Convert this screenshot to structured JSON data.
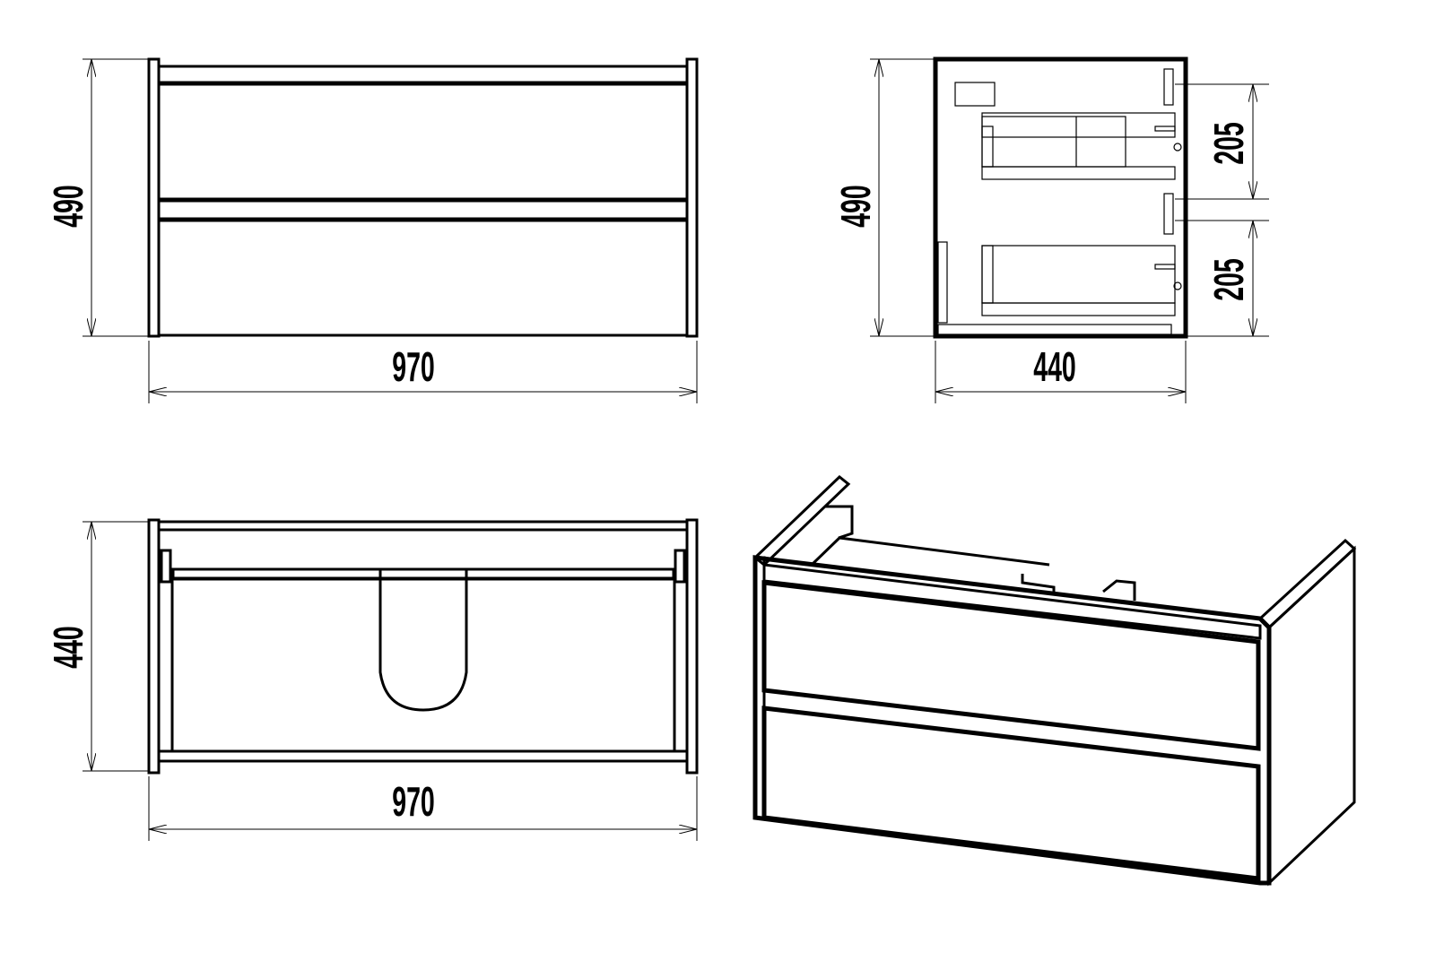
{
  "title": "Vanity cabinet dimension drawing",
  "colors": {
    "line": "#000000",
    "background": "#ffffff"
  },
  "views": {
    "front": {
      "height_label": "490",
      "width_label": "970"
    },
    "side": {
      "height_label": "490",
      "depth_label": "440",
      "drawer1_label": "205",
      "drawer2_label": "205"
    },
    "top": {
      "depth_label": "440",
      "width_label": "970"
    },
    "isometric": {}
  }
}
